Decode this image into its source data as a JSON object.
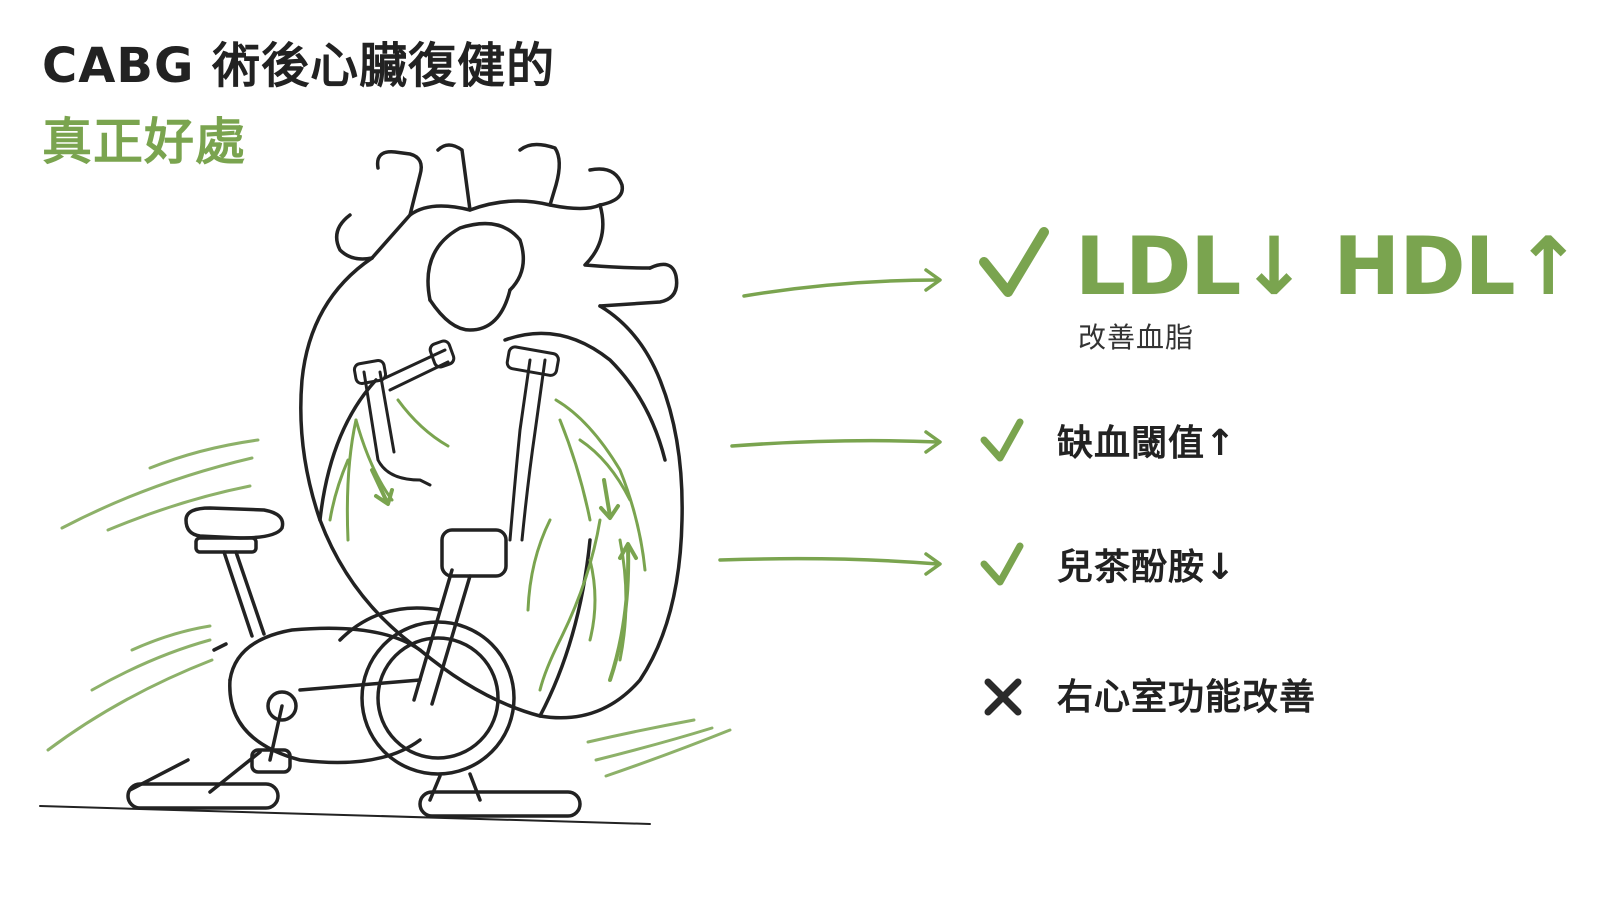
{
  "title": {
    "line1": "CABG 術後心臟復健的",
    "line2": "真正好處"
  },
  "benefits": [
    {
      "label": "LDL↓ HDL↑",
      "sublabel": "改善血脂",
      "status": "check",
      "icon": "check-icon"
    },
    {
      "label": "缺血閾值↑",
      "status": "check",
      "icon": "check-icon"
    },
    {
      "label": "兒茶酚胺↓",
      "status": "check",
      "icon": "check-icon"
    },
    {
      "label": "右心室功能改善",
      "status": "cross",
      "icon": "cross-icon"
    }
  ],
  "colors": {
    "accent": "#7aa44f",
    "ink": "#222222",
    "cross": "#2a2a2a"
  }
}
